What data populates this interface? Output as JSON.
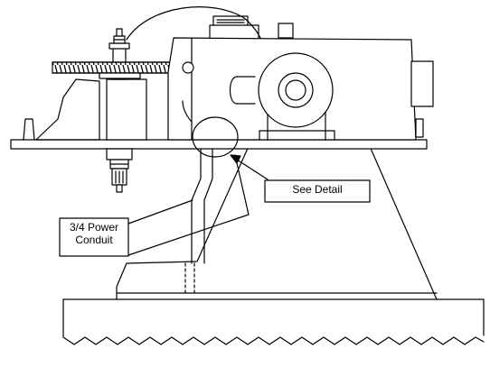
{
  "callouts": {
    "see_detail": "See Detail",
    "conduit_line1": "3/4 Power",
    "conduit_line2": "Conduit"
  }
}
